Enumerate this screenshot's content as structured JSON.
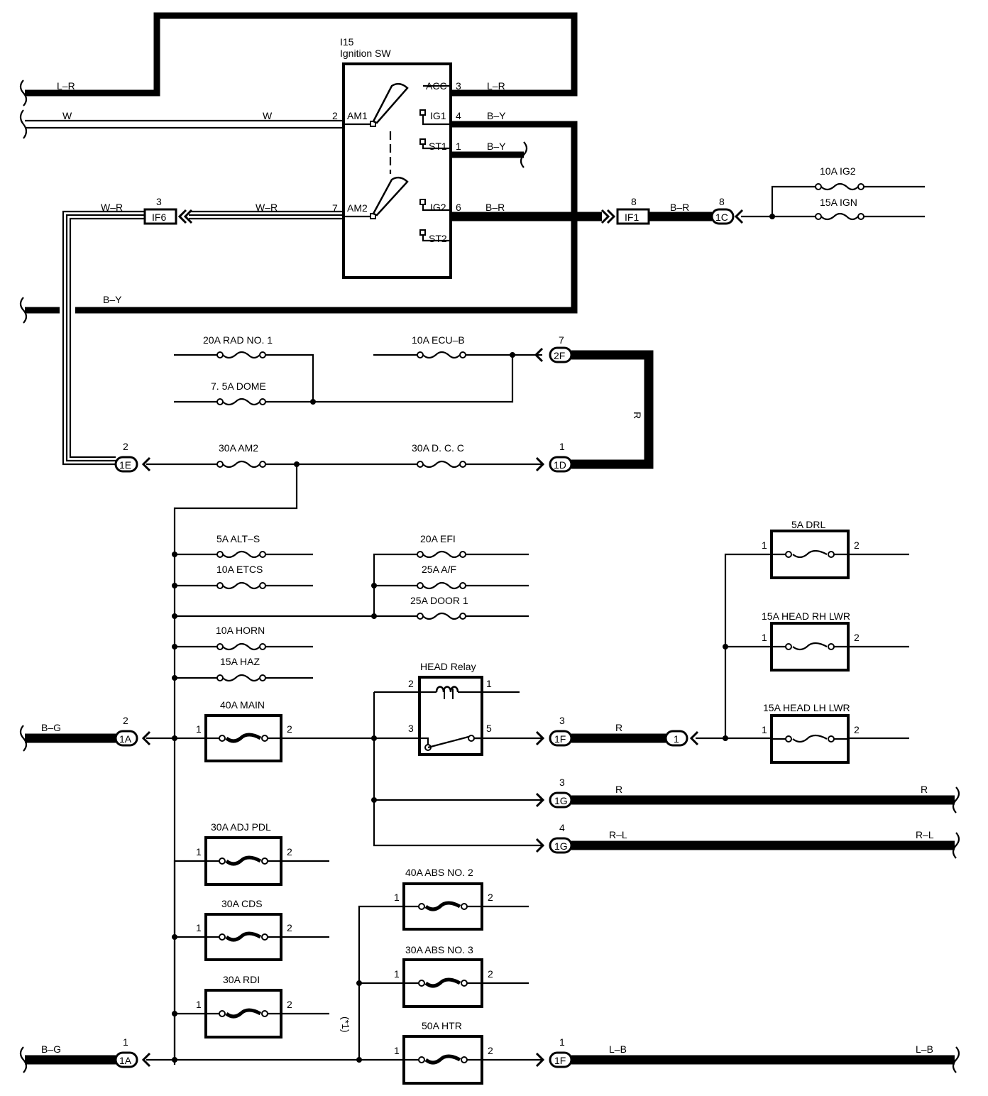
{
  "ignition_switch": {
    "id": "I15",
    "name": "Ignition SW",
    "terminals": [
      {
        "label": "AM1",
        "pin": "2"
      },
      {
        "label": "AM2",
        "pin": "7"
      },
      {
        "label": "ACC",
        "pin": "3"
      },
      {
        "label": "IG1",
        "pin": "4"
      },
      {
        "label": "ST1",
        "pin": "1"
      },
      {
        "label": "IG2",
        "pin": "6"
      },
      {
        "label": "ST2",
        "pin": ""
      }
    ]
  },
  "wires": {
    "lr_left": "L–R",
    "lr_right": "L–R",
    "w_left": "W",
    "w_mid": "W",
    "by_ig1": "B–Y",
    "by_st1": "B–Y",
    "by_bus": "B–Y",
    "wr_left": "W–R",
    "wr_mid": "W–R",
    "br_ig2": "B–R",
    "br_if1": "B–R",
    "r_vertical": "R",
    "bg_upper": "B–G",
    "bg_lower": "B–G",
    "r_1f": "R",
    "r_1g_left": "R",
    "r_1g_right": "R",
    "rl_left": "R–L",
    "rl_right": "R–L",
    "lb_left": "L–B",
    "lb_right": "L–B"
  },
  "connectors": {
    "if6": {
      "label": "IF6",
      "pin": "3"
    },
    "if1": {
      "label": "IF1",
      "pin": "8"
    },
    "c1c": {
      "label": "1C",
      "pin": "8"
    },
    "c2f": {
      "label": "2F",
      "pin": "7"
    },
    "c1e": {
      "label": "1E",
      "pin": "2"
    },
    "c1d": {
      "label": "1D",
      "pin": "1"
    },
    "c1a_upper": {
      "label": "1A",
      "pin": "2"
    },
    "c1f_upper": {
      "label": "1F",
      "pin": "3"
    },
    "c1_inline": {
      "label": "1",
      "pin": ""
    },
    "c1g_3": {
      "label": "1G",
      "pin": "3"
    },
    "c1g_4": {
      "label": "1G",
      "pin": "4"
    },
    "c1a_lower": {
      "label": "1A",
      "pin": "1"
    },
    "c1f_lower": {
      "label": "1F",
      "pin": "1"
    }
  },
  "fuses": {
    "ig2": "10A IG2",
    "ign": "15A IGN",
    "rad1": "20A RAD NO. 1",
    "dome": "7. 5A DOME",
    "ecub": "10A ECU–B",
    "am2": "30A AM2",
    "dcc": "30A D. C. C",
    "alts": "5A ALT–S",
    "etcs": "10A ETCS",
    "horn": "10A HORN",
    "haz": "15A HAZ",
    "efi": "20A EFI",
    "af": "25A A/F",
    "door1": "25A DOOR 1",
    "main": "40A MAIN",
    "drl": "5A DRL",
    "headrh": "15A HEAD RH LWR",
    "headlh": "15A HEAD LH LWR",
    "adjpdl": "30A ADJ PDL",
    "cds": "30A CDS",
    "rdi": "30A RDI",
    "abs2": "40A ABS NO. 2",
    "abs3": "30A ABS NO. 3",
    "htr": "50A HTR"
  },
  "fusible_pins": {
    "in": "1",
    "out": "2"
  },
  "relay": {
    "name": "HEAD Relay",
    "pins": {
      "p1": "1",
      "p2": "2",
      "p3": "3",
      "p5": "5"
    }
  },
  "note": "(*1)"
}
